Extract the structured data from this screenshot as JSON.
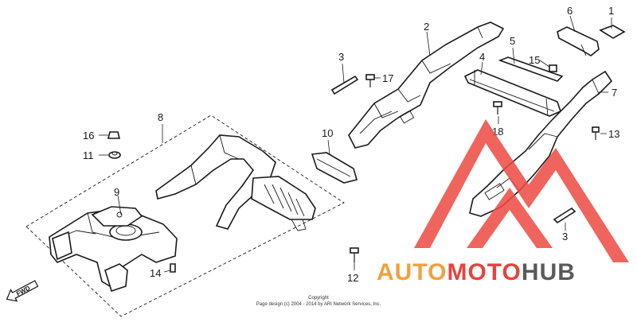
{
  "callouts": {
    "c1": "1",
    "c2": "2",
    "c3a": "3",
    "c3b": "3",
    "c4": "4",
    "c5": "5",
    "c6": "6",
    "c7": "7",
    "c8": "8",
    "c9": "9",
    "c10": "10",
    "c11": "11",
    "c12": "12",
    "c13": "13",
    "c14": "14",
    "c15": "15",
    "c16": "16",
    "c17": "17",
    "c18": "18"
  },
  "fwd_label": "FWD",
  "copyright": {
    "line1": "Copyright",
    "line2": "Page design (c) 2004 - 2014 by ARI Network Services, Inc."
  },
  "watermark": {
    "auto": "AUTO",
    "moto": "MOTO",
    "hub": "HUB",
    "colors": {
      "auto": "#f2a03c",
      "moto": "#e8423c",
      "hub": "#5a5a5a",
      "triangle": "#ee4a42"
    }
  }
}
